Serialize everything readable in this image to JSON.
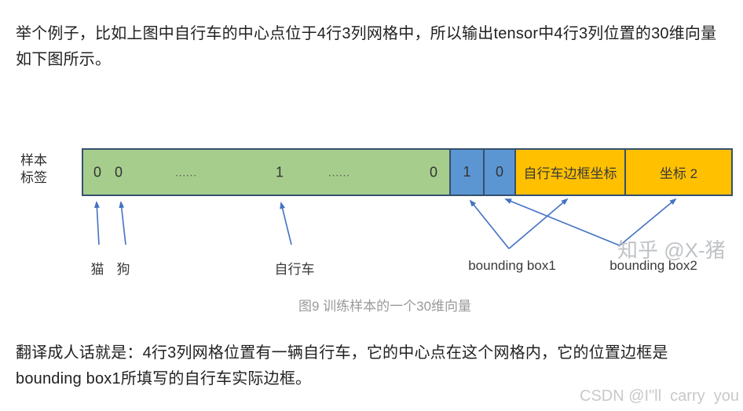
{
  "article": {
    "top_paragraph": "举个例子，比如上图中自行车的中心点位于4行3列网格中，所以输出tensor中4行3列位置的30维向量如下图所示。",
    "bottom_paragraph": "翻译成人话就是：4行3列网格位置有一辆自行车，它的中心点在这个网格内，它的位置边框是bounding box1所填写的自行车实际边框。"
  },
  "figure": {
    "row_label": "样本\n标签",
    "caption": "图9 训练样本的一个30维向量",
    "green_values": [
      "0",
      "0",
      "......",
      "1",
      "......",
      "0"
    ],
    "blue_values": [
      "1",
      "0"
    ],
    "orange_values": [
      "自行车边框坐标",
      "坐标 2"
    ],
    "pointer_labels": {
      "cat": "猫",
      "dog": "狗",
      "bicycle": "自行车",
      "bbox1": "bounding box1",
      "bbox2": "bounding box2"
    },
    "colors": {
      "green": "#a7cd8d",
      "blue": "#5b96d2",
      "orange": "#ffc000",
      "border": "#35506e",
      "arrow": "#4472c4"
    }
  },
  "watermarks": {
    "zhihu": "知乎 @X-猪",
    "csdn": "CSDN @I\"ll  carry  you"
  }
}
